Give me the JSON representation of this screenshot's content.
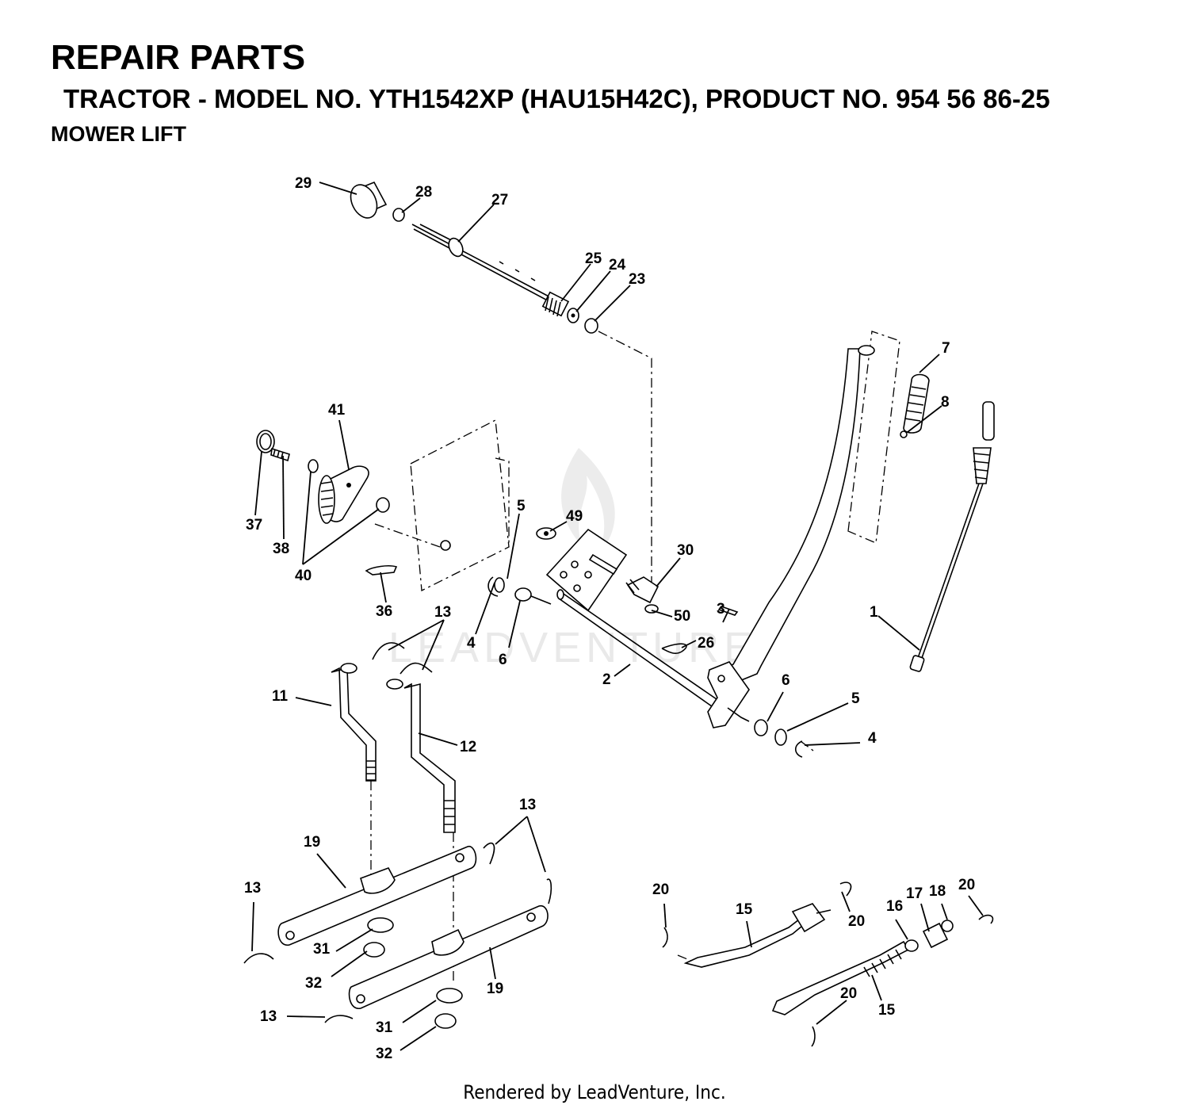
{
  "header": {
    "title": "REPAIR PARTS",
    "model": "TRACTOR - MODEL NO. YTH1542XP (HAU15H42C), PRODUCT NO. 954 56 86-25",
    "section": "MOWER LIFT"
  },
  "watermark": "LEADVENTURE",
  "footer": "Rendered by LeadVenture, Inc.",
  "callouts": [
    "29",
    "28",
    "27",
    "25",
    "24",
    "23",
    "7",
    "8",
    "41",
    "5",
    "49",
    "30",
    "37",
    "38",
    "40",
    "36",
    "13",
    "4",
    "6",
    "50",
    "3",
    "26",
    "1",
    "2",
    "11",
    "12",
    "6",
    "5",
    "4",
    "13",
    "19",
    "13",
    "31",
    "32",
    "19",
    "13",
    "31",
    "32",
    "20",
    "15",
    "20",
    "16",
    "17",
    "18",
    "20",
    "20",
    "15"
  ]
}
